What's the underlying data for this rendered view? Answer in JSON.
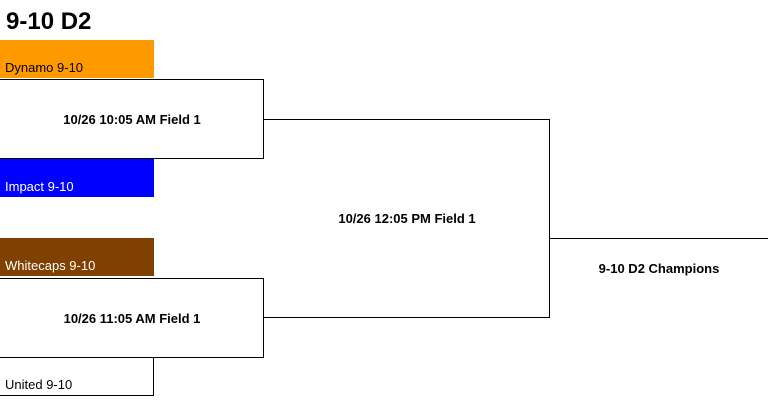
{
  "title": "9-10 D2",
  "teams": [
    {
      "name": "Dynamo 9-10",
      "color": "#ff9900",
      "text_color": "#000000"
    },
    {
      "name": "Impact 9-10",
      "color": "#0000ff",
      "text_color": "#ffffff"
    },
    {
      "name": "Whitecaps 9-10",
      "color": "#7f4000",
      "text_color": "#ffffff"
    },
    {
      "name": "United 9-10",
      "color": "#ffffff",
      "text_color": "#000000"
    }
  ],
  "games": {
    "semi1": "10/26 10:05 AM Field 1",
    "semi2": "10/26 11:05 AM Field 1",
    "final": "10/26 12:05 PM Field 1"
  },
  "champion_label": "9-10 D2 Champions"
}
